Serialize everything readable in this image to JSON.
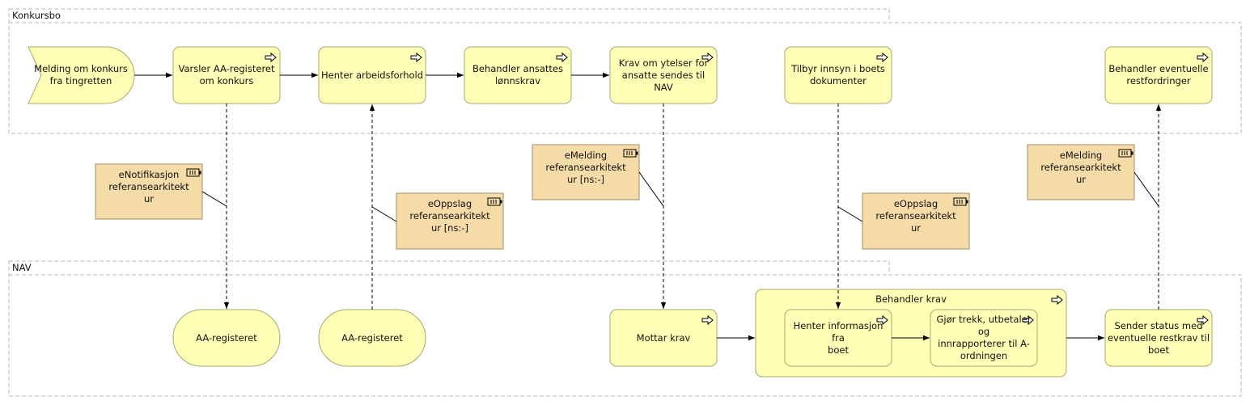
{
  "groups": {
    "konkursbo": "Konkursbo",
    "nav": "NAV",
    "behandler_krav": "Behandler krav"
  },
  "processes": {
    "melding": "Melding om konkurs\nfra tingretten",
    "varsler": "Varsler AA-registeret\nom konkurs",
    "henter_arbeid": "Henter arbeidsforhold",
    "behandler_lonn": "Behandler ansattes\nlønnskrav",
    "krav_ytelser": "Krav om ytelser for\nansatte sendes til NAV",
    "tilbyr_innsyn": "Tilbyr innsyn i boets\ndokumenter",
    "behandler_rest": "Behandler eventuelle\nrestfordringer",
    "mottar_krav": "Mottar krav",
    "henter_info": "Henter informasjon fra\nboet",
    "gjor_trekk": "Gjør trekk, utbetaler og\ninnrapporterer til A-\nordningen",
    "sender_status": "Sender status med\neventuelle restkrav til\nboet"
  },
  "services": {
    "aa_1": "AA-registeret",
    "aa_2": "AA-registeret"
  },
  "interfaces": {
    "enotifikasjon": "eNotifikasjon\nreferansearkitekt\nur",
    "eoppslag_1": "eOppslag\nreferansearkitekt\nur [ns:-]",
    "emelding_1": "eMelding\nreferansearkitekt\nur [ns:-]",
    "eoppslag_2": "eOppslag\nreferansearkitekt\nur",
    "emelding_2": "eMelding\nreferansearkitekt\nur"
  },
  "colors": {
    "process_fill": "#ffffb5",
    "process_stroke": "#a7a775",
    "interface_fill": "#f4dba8",
    "interface_stroke": "#a08c66",
    "group_stroke": "#b9b9b9"
  },
  "icons": {
    "process": "process-arrow-icon",
    "interface": "application-interface-icon"
  }
}
